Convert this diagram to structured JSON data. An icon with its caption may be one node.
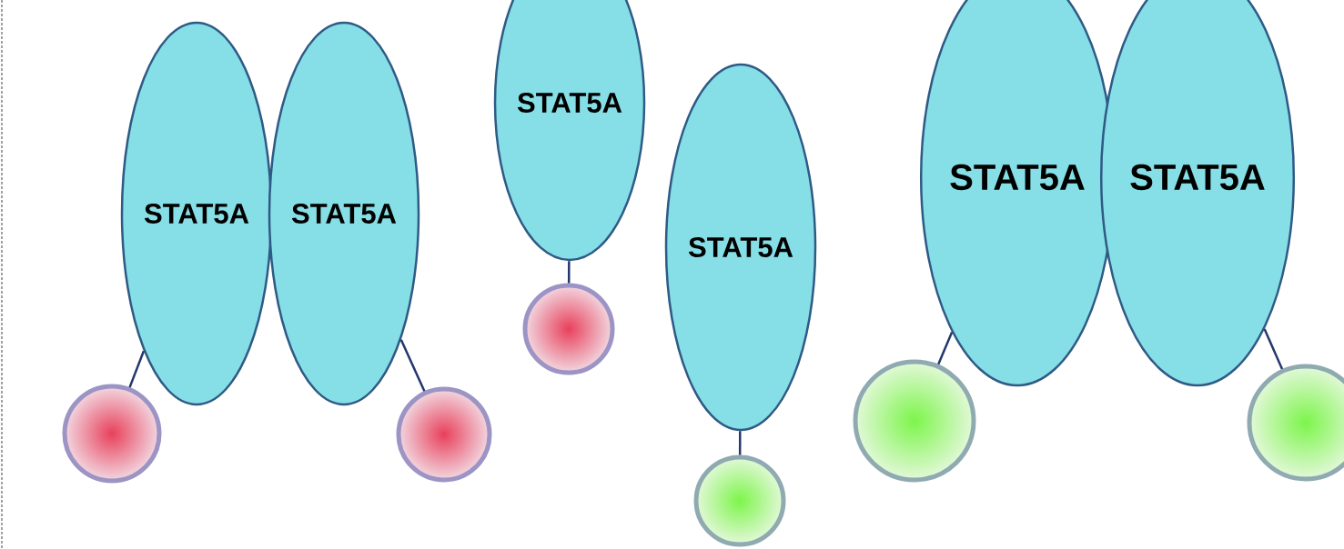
{
  "diagram": {
    "nodes": [
      {
        "text": [
          "STAT5A"
        ]
      },
      {
        "text": [
          "STAT5A"
        ]
      },
      {
        "text": [
          "STAT5A"
        ]
      },
      {
        "text": [
          "STAT5A"
        ]
      },
      {
        "text": [
          "STAT5A"
        ]
      },
      {
        "text": [
          "STAT5A"
        ]
      },
      {
        "text": [],
        "shape": "circle"
      },
      {
        "text": [],
        "shape": "circle"
      },
      {
        "text": [],
        "shape": "circle"
      },
      {
        "text": [],
        "shape": "circle"
      },
      {
        "text": [],
        "shape": "circle"
      },
      {
        "text": [],
        "shape": "circle"
      }
    ],
    "edges": [
      {
        "from": 0,
        "to": 6,
        "arrow": "none"
      },
      {
        "from": 1,
        "to": 7,
        "arrow": "none"
      },
      {
        "from": 2,
        "to": 8,
        "arrow": "none"
      },
      {
        "from": 3,
        "to": 9,
        "arrow": "none"
      },
      {
        "from": 4,
        "to": 10,
        "arrow": "none"
      },
      {
        "from": 5,
        "to": 11,
        "arrow": "none"
      }
    ]
  }
}
